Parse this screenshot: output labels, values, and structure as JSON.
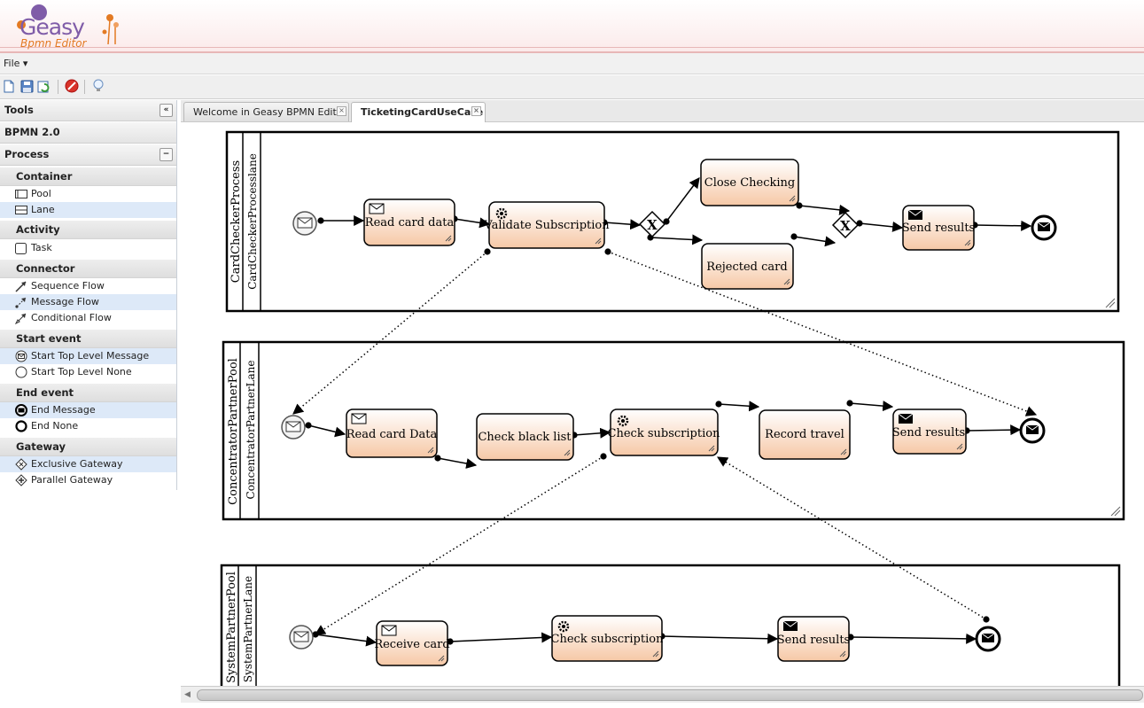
{
  "app": {
    "logo_main": "Geasy",
    "logo_sub": "Bpmn Editor"
  },
  "menu": {
    "file": "File ▾"
  },
  "sidebar": {
    "title": "Tools",
    "collapse_icon": "«",
    "palette": "BPMN 2.0",
    "section": "Process",
    "section_icon": "−",
    "categories": {
      "container": "Container",
      "activity": "Activity",
      "connector": "Connector",
      "start_event": "Start event",
      "end_event": "End event",
      "gateway": "Gateway"
    },
    "items": {
      "pool": "Pool",
      "lane": "Lane",
      "task": "Task",
      "sequence_flow": "Sequence Flow",
      "message_flow": "Message Flow",
      "conditional_flow": "Conditional Flow",
      "start_top_level_message": "Start Top Level Message",
      "start_top_level_none": "Start Top Level None",
      "end_message": "End Message",
      "end_none": "End None",
      "exclusive_gateway": "Exclusive Gateway",
      "parallel_gateway": "Parallel Gateway"
    }
  },
  "tabs": [
    {
      "label": "Welcome in Geasy BPMN Editor",
      "close": "×"
    },
    {
      "label": "TicketingCardUseCase",
      "close": "×"
    }
  ],
  "diagram": {
    "pools": {
      "pool1": {
        "name": "CardCheckerProcess",
        "lane": "CardCheckerProcesslane"
      },
      "pool2": {
        "name": "ConcentratorPartnerPool",
        "lane": "ConcentratorPartnerLane"
      },
      "pool3": {
        "name": "SystemPartnerPool",
        "lane": "SystemPartnerLane"
      }
    },
    "tasks": {
      "read_card_data": "Read card data",
      "validate_subscription": "Validate Subscription",
      "close_checking": "Close Checking",
      "rejected_card": "Rejected card",
      "send_results_1": "Send results",
      "read_card_data_2": "Read card Data",
      "check_black_list": "Check black list",
      "check_subscription_2": "Check subscription",
      "record_travel": "Record travel",
      "send_results_2": "Send results",
      "receive_card": "Receive card",
      "check_subscription_3": "Check subscription",
      "send_results_3": "Send results"
    },
    "gateway_mark": "X"
  }
}
